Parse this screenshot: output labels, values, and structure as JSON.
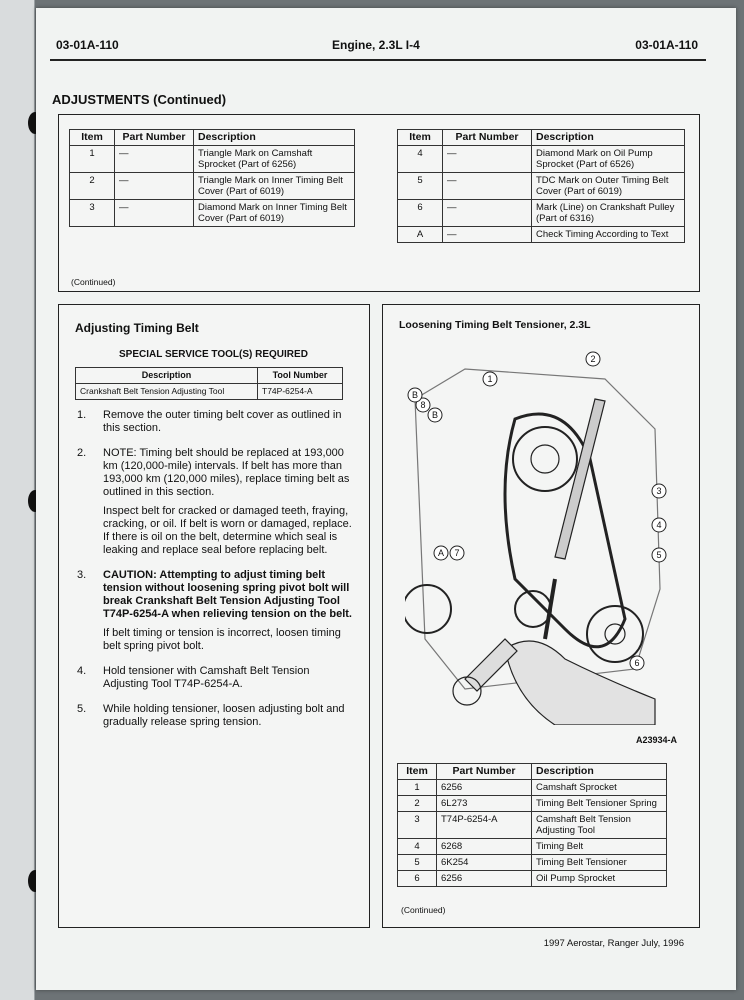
{
  "header": {
    "left": "03-01A-110",
    "center": "Engine, 2.3L I-4",
    "right": "03-01A-110"
  },
  "section_title": "ADJUSTMENTS (Continued)",
  "top_table_left": {
    "headers": [
      "Item",
      "Part Number",
      "Description"
    ],
    "rows": [
      {
        "item": "1",
        "part": "—",
        "desc": "Triangle Mark on Camshaft Sprocket (Part of 6256)"
      },
      {
        "item": "2",
        "part": "—",
        "desc": "Triangle Mark on Inner Timing Belt Cover (Part of 6019)"
      },
      {
        "item": "3",
        "part": "—",
        "desc": "Diamond Mark on Inner Timing Belt Cover (Part of 6019)"
      }
    ],
    "continued": "(Continued)"
  },
  "top_table_right": {
    "headers": [
      "Item",
      "Part Number",
      "Description"
    ],
    "rows": [
      {
        "item": "4",
        "part": "—",
        "desc": "Diamond Mark on Oil Pump Sprocket (Part of 6526)"
      },
      {
        "item": "5",
        "part": "—",
        "desc": "TDC Mark on Outer Timing Belt Cover (Part of 6019)"
      },
      {
        "item": "6",
        "part": "—",
        "desc": "Mark (Line) on Crankshaft Pulley (Part of 6316)"
      },
      {
        "item": "A",
        "part": "—",
        "desc": "Check Timing According to Text"
      }
    ]
  },
  "left_panel": {
    "title": "Adjusting Timing Belt",
    "tools_heading": "SPECIAL SERVICE TOOL(S) REQUIRED",
    "tools_headers": [
      "Description",
      "Tool Number"
    ],
    "tools_row": {
      "desc": "Crankshaft Belt Tension Adjusting Tool",
      "num": "T74P-6254-A"
    },
    "steps": [
      {
        "n": "1.",
        "text": "Remove the outer timing belt cover as outlined in this section."
      },
      {
        "n": "2.",
        "text": "NOTE: Timing belt should be replaced at 193,000 km (120,000-mile) intervals. If belt has more than 193,000 km (120,000 miles), replace timing belt as outlined in this section.",
        "extra": "Inspect belt for cracked or damaged teeth, fraying, cracking, or oil. If belt is worn or damaged, replace. If there is oil on the belt, determine which seal is leaking and replace seal before replacing belt."
      },
      {
        "n": "3.",
        "text": "CAUTION: Attempting to adjust timing belt tension without loosening spring pivot bolt will break Crankshaft Belt Tension Adjusting Tool T74P-6254-A when relieving tension on the belt.",
        "extra": "If belt timing or tension is incorrect, loosen timing belt spring pivot bolt."
      },
      {
        "n": "4.",
        "text": "Hold tensioner with Camshaft Belt Tension Adjusting Tool T74P-6254-A."
      },
      {
        "n": "5.",
        "text": "While holding tensioner, loosen adjusting bolt and gradually release spring tension."
      }
    ]
  },
  "right_panel": {
    "title": "Loosening Timing Belt Tensioner, 2.3L",
    "figure_id": "A23934-A",
    "callouts": [
      "1",
      "2",
      "3",
      "4",
      "5",
      "6",
      "7",
      "8",
      "B",
      "A",
      "B"
    ],
    "headers": [
      "Item",
      "Part Number",
      "Description"
    ],
    "rows": [
      {
        "item": "1",
        "part": "6256",
        "desc": "Camshaft Sprocket"
      },
      {
        "item": "2",
        "part": "6L273",
        "desc": "Timing Belt Tensioner Spring"
      },
      {
        "item": "3",
        "part": "T74P-6254-A",
        "desc": "Camshaft Belt Tension Adjusting Tool"
      },
      {
        "item": "4",
        "part": "6268",
        "desc": "Timing Belt"
      },
      {
        "item": "5",
        "part": "6K254",
        "desc": "Timing Belt Tensioner"
      },
      {
        "item": "6",
        "part": "6256",
        "desc": "Oil Pump Sprocket"
      }
    ],
    "continued": "(Continued)"
  },
  "footer": "1997 Aerostar, Ranger July, 1996"
}
